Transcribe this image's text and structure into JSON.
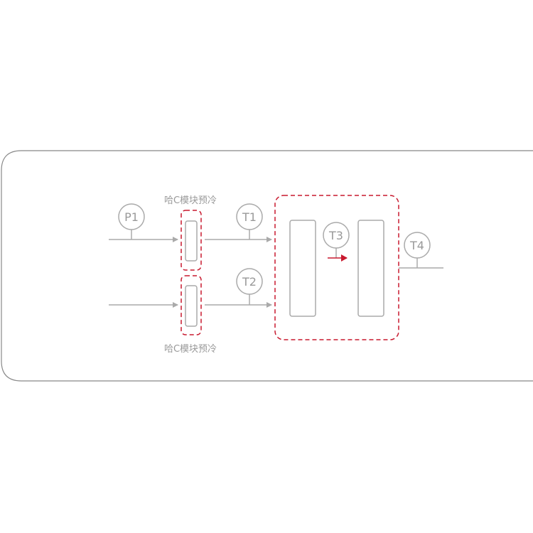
{
  "colors": {
    "line": "#aaaaaa",
    "frame": "#888888",
    "accent": "#c8192e",
    "text": "#999999"
  },
  "labels": {
    "precool_top": "哈C模块预冷",
    "precool_bottom": "哈C模块预冷"
  },
  "sensors": {
    "p1": "P1",
    "t1": "T1",
    "t2": "T2",
    "t3": "T3",
    "t4": "T4"
  }
}
